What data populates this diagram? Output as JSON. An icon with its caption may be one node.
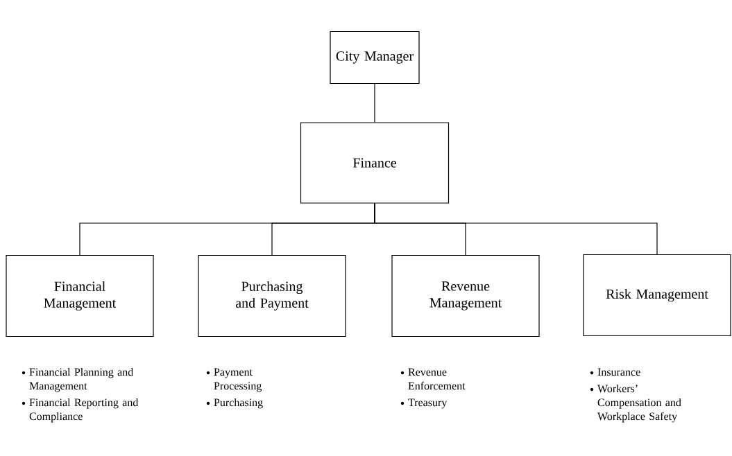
{
  "diagram": {
    "nodes": [
      {
        "text": [
          "City Manager"
        ]
      },
      {
        "text": [
          "Finance"
        ]
      },
      {
        "text": [
          "Financial Management"
        ],
        "beside": [
          "Financial Planning and Management",
          "Financial Reporting and Compliance"
        ]
      },
      {
        "text": [
          "Purchasing and Payment"
        ],
        "beside": [
          "Payment Processing",
          "Purchasing"
        ]
      },
      {
        "text": [
          "Revenue Management"
        ],
        "beside": [
          "Revenue Enforcement",
          "Treasury"
        ]
      },
      {
        "text": [
          "Risk Management"
        ],
        "beside": [
          "Insurance",
          "Workers’ Compensation and Workplace Safety"
        ]
      }
    ],
    "edges": [
      {
        "from": 0,
        "to": 1,
        "arrow": "none"
      },
      {
        "from": 1,
        "to": 2,
        "arrow": "none"
      },
      {
        "from": 1,
        "to": 3,
        "arrow": "none"
      },
      {
        "from": 1,
        "to": 4,
        "arrow": "none"
      },
      {
        "from": 1,
        "to": 5,
        "arrow": "none"
      }
    ]
  }
}
